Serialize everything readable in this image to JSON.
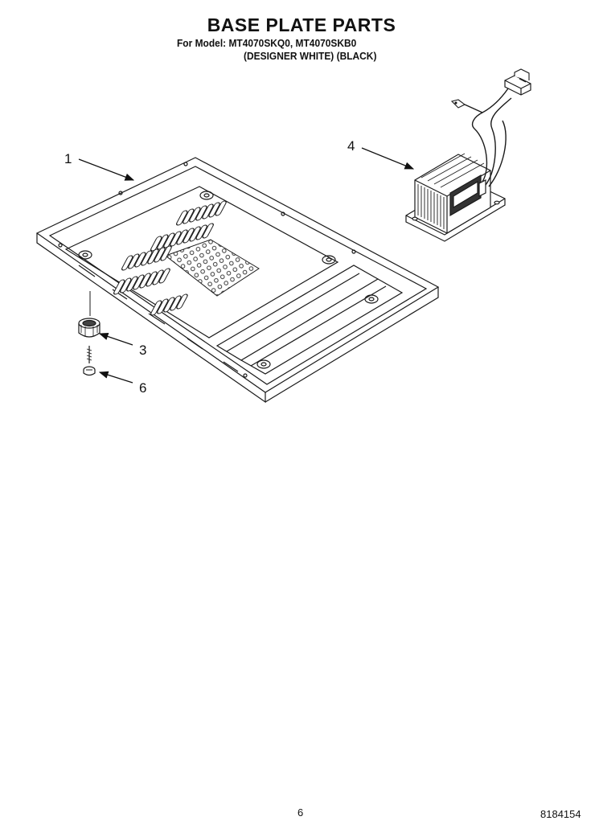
{
  "header": {
    "title": "BASE PLATE PARTS",
    "model_line": "For Model: MT4070SKQ0, MT4070SKB0",
    "variant_line": "(DESIGNER WHITE) (BLACK)"
  },
  "callouts": [
    {
      "id": "1",
      "label": "1"
    },
    {
      "id": "4",
      "label": "4"
    },
    {
      "id": "3",
      "label": "3"
    },
    {
      "id": "6",
      "label": "6"
    }
  ],
  "footer": {
    "page_number": "6",
    "doc_code": "8184154"
  }
}
